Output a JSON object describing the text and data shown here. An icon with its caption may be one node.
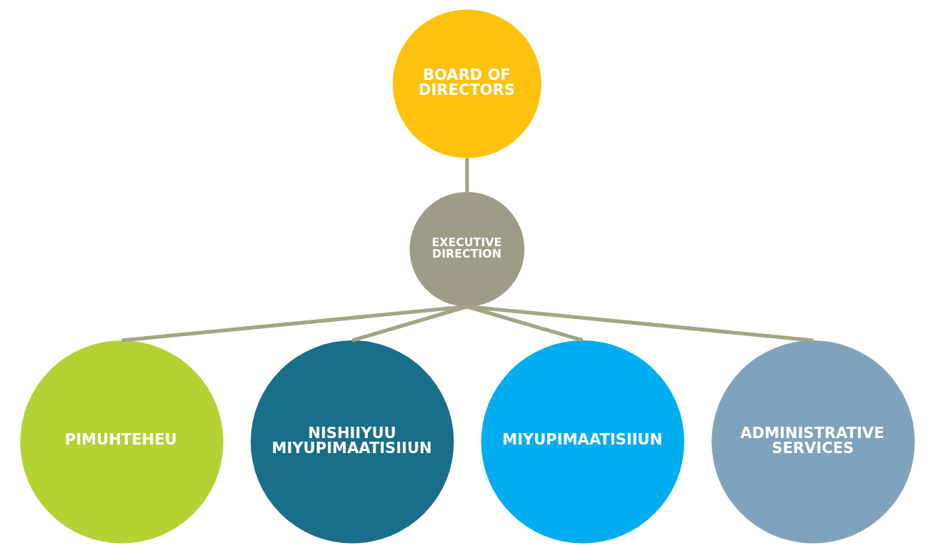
{
  "diagram": {
    "nodes": [
      {
        "text": [
          "BOARD OF DIRECTORS"
        ]
      },
      {
        "text": [
          "EXECUTIVE DIRECTION"
        ]
      },
      {
        "text": [
          "PIMUHTEHEU"
        ]
      },
      {
        "text": [
          "NISHIIYUU MIYUPIMAATISIIUN"
        ]
      },
      {
        "text": [
          "MIYUPIMAATISIIUN"
        ]
      },
      {
        "text": [
          "ADMINISTRATIVE SERVICES"
        ]
      }
    ],
    "edges": [
      {
        "from": 0,
        "to": 1,
        "arrow": "none"
      },
      {
        "from": 1,
        "to": 2,
        "arrow": "none"
      },
      {
        "from": 1,
        "to": 3,
        "arrow": "none"
      },
      {
        "from": 1,
        "to": 4,
        "arrow": "none"
      },
      {
        "from": 1,
        "to": 5,
        "arrow": "none"
      }
    ]
  }
}
